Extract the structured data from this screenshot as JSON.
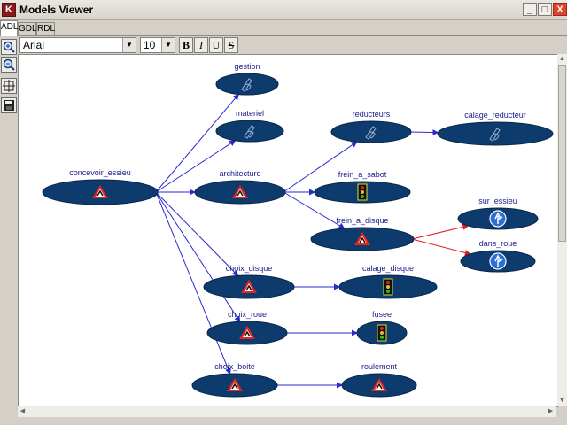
{
  "window": {
    "title": "Models Viewer",
    "icon_letter": "K",
    "minimize": "_",
    "maximize": "□",
    "close": "X"
  },
  "tabs": [
    {
      "label": "ADL",
      "active": true
    },
    {
      "label": "GDL",
      "active": false
    },
    {
      "label": "RDL",
      "active": false
    }
  ],
  "tools": [
    {
      "name": "zoom-in-icon"
    },
    {
      "name": "zoom-out-icon"
    },
    {
      "name": "fit-view-icon"
    },
    {
      "name": "save-icon"
    }
  ],
  "format": {
    "font": "Arial",
    "size": "10",
    "bold": "B",
    "italic": "I",
    "underline": "U",
    "strike": "S"
  },
  "colors": {
    "node_fill": "#0d3b6e",
    "edge": "#2a2acd",
    "edge_alt": "#e01b1b",
    "label": "#1a1a8c"
  },
  "nodes": [
    {
      "id": "concevoir_essieu",
      "label": "concevoir_essieu",
      "icon": "roadwork-sign-icon"
    },
    {
      "id": "gestion",
      "label": "gestion",
      "icon": "hand-pen-icon"
    },
    {
      "id": "materiel",
      "label": "materiel",
      "icon": "hand-pen-icon"
    },
    {
      "id": "architecture",
      "label": "architecture",
      "icon": "roadwork-sign-icon"
    },
    {
      "id": "reducteurs",
      "label": "reducteurs",
      "icon": "hand-pen-icon"
    },
    {
      "id": "calage_reducteur",
      "label": "calage_reducteur",
      "icon": "hand-pen-icon"
    },
    {
      "id": "frein_a_sabot",
      "label": "frein_a_sabot",
      "icon": "traffic-light-icon"
    },
    {
      "id": "frein_a_disque",
      "label": "frein_a_disque",
      "icon": "roadwork-sign-icon"
    },
    {
      "id": "sur_essieu",
      "label": "sur_essieu",
      "icon": "direction-arrow-icon"
    },
    {
      "id": "dans_roue",
      "label": "dans_roue",
      "icon": "direction-arrow-icon"
    },
    {
      "id": "choix_disque",
      "label": "choix_disque",
      "icon": "roadwork-sign-icon"
    },
    {
      "id": "calage_disque",
      "label": "calage_disque",
      "icon": "traffic-light-icon"
    },
    {
      "id": "choix_roue",
      "label": "choix_roue",
      "icon": "roadwork-sign-icon"
    },
    {
      "id": "fusee",
      "label": "fusee",
      "icon": "traffic-light-icon"
    },
    {
      "id": "choix_boite",
      "label": "choix_boite",
      "icon": "roadwork-sign-icon"
    },
    {
      "id": "roulement",
      "label": "roulement",
      "icon": "roadwork-sign-icon"
    }
  ],
  "edges": [
    {
      "from": "concevoir_essieu",
      "to": "gestion",
      "color": "edge"
    },
    {
      "from": "concevoir_essieu",
      "to": "materiel",
      "color": "edge"
    },
    {
      "from": "concevoir_essieu",
      "to": "architecture",
      "color": "edge"
    },
    {
      "from": "concevoir_essieu",
      "to": "choix_disque",
      "color": "edge"
    },
    {
      "from": "concevoir_essieu",
      "to": "choix_roue",
      "color": "edge"
    },
    {
      "from": "concevoir_essieu",
      "to": "choix_boite",
      "color": "edge"
    },
    {
      "from": "architecture",
      "to": "reducteurs",
      "color": "edge"
    },
    {
      "from": "architecture",
      "to": "frein_a_sabot",
      "color": "edge"
    },
    {
      "from": "architecture",
      "to": "frein_a_disque",
      "color": "edge"
    },
    {
      "from": "reducteurs",
      "to": "calage_reducteur",
      "color": "edge"
    },
    {
      "from": "frein_a_disque",
      "to": "sur_essieu",
      "color": "edge_alt"
    },
    {
      "from": "frein_a_disque",
      "to": "dans_roue",
      "color": "edge_alt"
    },
    {
      "from": "choix_disque",
      "to": "calage_disque",
      "color": "edge"
    },
    {
      "from": "choix_roue",
      "to": "fusee",
      "color": "edge"
    },
    {
      "from": "choix_boite",
      "to": "roulement",
      "color": "edge"
    }
  ]
}
